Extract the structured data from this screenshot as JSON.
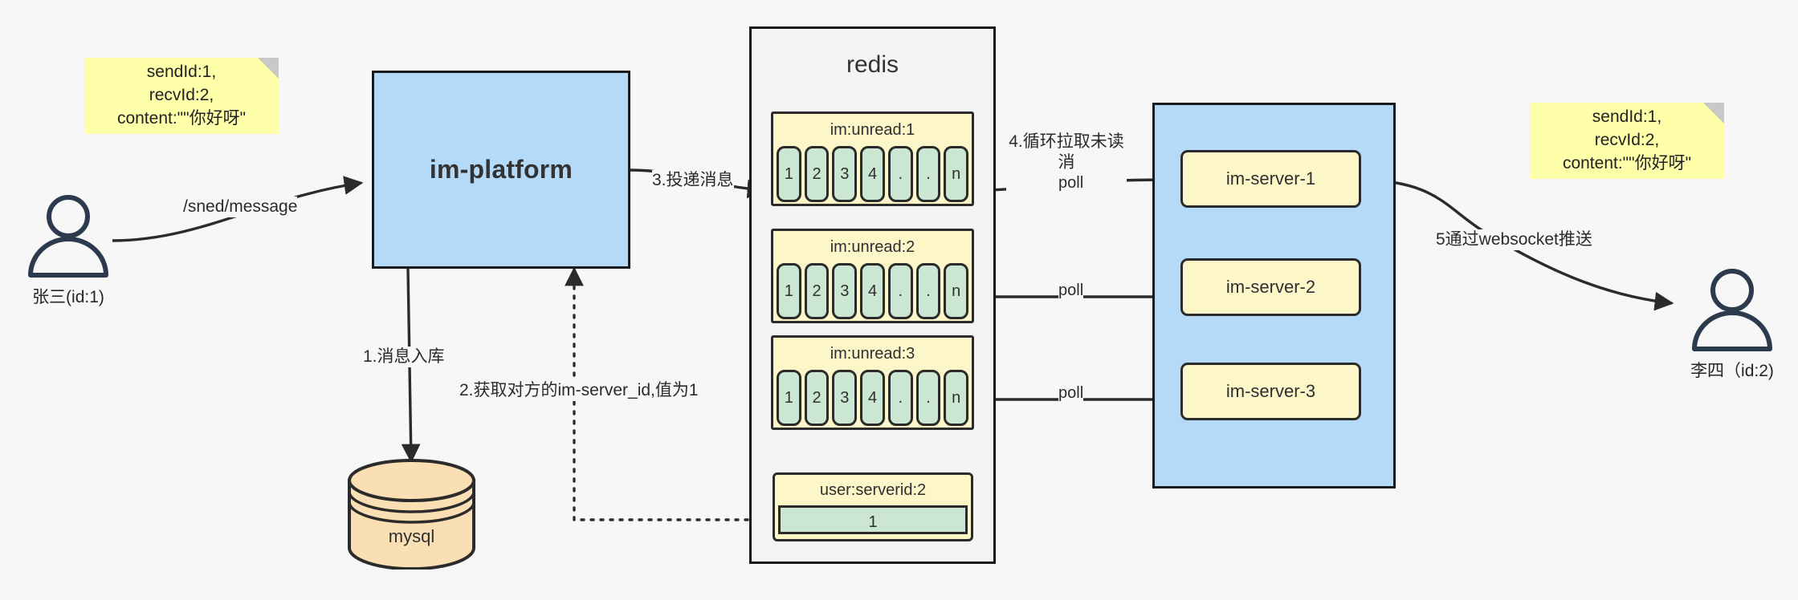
{
  "diagram": {
    "title": "IM message delivery architecture",
    "colors": {
      "canvas_bg": "#f7f7f7",
      "note_yellow": "#ffffaa",
      "box_blue": "#b5daf8",
      "key_yellow": "#fdf6c8",
      "cell_green": "#cbe6d3",
      "cylinder_peach": "#fbdfb4",
      "stroke_dark": "#1a1a1a"
    }
  },
  "notes": {
    "left": "sendId:1,\nrecvId:2,\ncontent:\"\"你好呀\"",
    "right": "sendId:1,\nrecvId:2,\ncontent:\"\"你好呀\""
  },
  "actors": {
    "sender": {
      "label": "张三(id:1)",
      "icon": "user-icon"
    },
    "receiver": {
      "label": "李四（id:2)",
      "icon": "user-icon"
    }
  },
  "platform": {
    "label": "im-platform"
  },
  "datastore": {
    "label": "mysql",
    "shape": "cylinder"
  },
  "redis": {
    "title": "redis",
    "lists": [
      {
        "key": "im:unread:1",
        "cells": [
          "1",
          "2",
          "3",
          "4",
          ".",
          ".",
          "n"
        ]
      },
      {
        "key": "im:unread:2",
        "cells": [
          "1",
          "2",
          "3",
          "4",
          ".",
          ".",
          "n"
        ]
      },
      {
        "key": "im:unread:3",
        "cells": [
          "1",
          "2",
          "3",
          "4",
          ".",
          ".",
          "n"
        ]
      }
    ],
    "kv": {
      "key": "user:serverid:2",
      "value": "1"
    }
  },
  "server_cluster": {
    "nodes": [
      {
        "label": "im-server-1"
      },
      {
        "label": "im-server-2"
      },
      {
        "label": "im-server-3"
      }
    ]
  },
  "edges": {
    "send_message": "/sned/message",
    "step1": "1.消息入库",
    "step2": "2.获取对方的im-server_id,值为1",
    "step3": "3.投递消息",
    "step4": "4.循环拉取未读消\n息",
    "step5": "5通过websocket推送",
    "poll1": "poll",
    "poll2": "poll",
    "poll3": "poll"
  }
}
